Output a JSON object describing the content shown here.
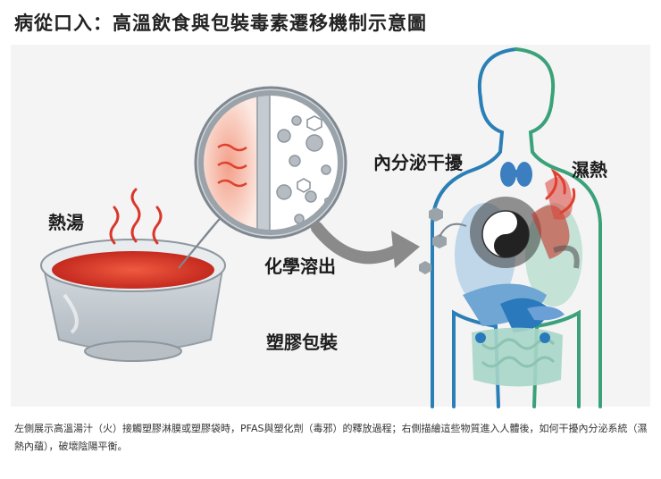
{
  "title": "病從口入：高溫飲食與包裝毒素遷移機制示意圖",
  "labels": {
    "hot_soup": "熱湯",
    "chemical_leach": "化學溶出",
    "plastic_wrap": "塑膠包裝",
    "endocrine": "內分泌干擾",
    "damp_heat": "濕熱"
  },
  "caption": "左側展示高溫湯汁（火）接觸塑膠淋膜或塑膠袋時，PFAS與塑化劑（毒邪）的釋放過程；右側描繪這些物質進入人體後，如何干擾內分泌系統（濕熱內蘊），破壞陰陽平衡。",
  "colors": {
    "soup": "#d9372a",
    "arrow": "#8a8a8a",
    "body_outline_blue": "#2a7fb6",
    "body_outline_green": "#3aa17a",
    "heat": "#e0402f"
  }
}
